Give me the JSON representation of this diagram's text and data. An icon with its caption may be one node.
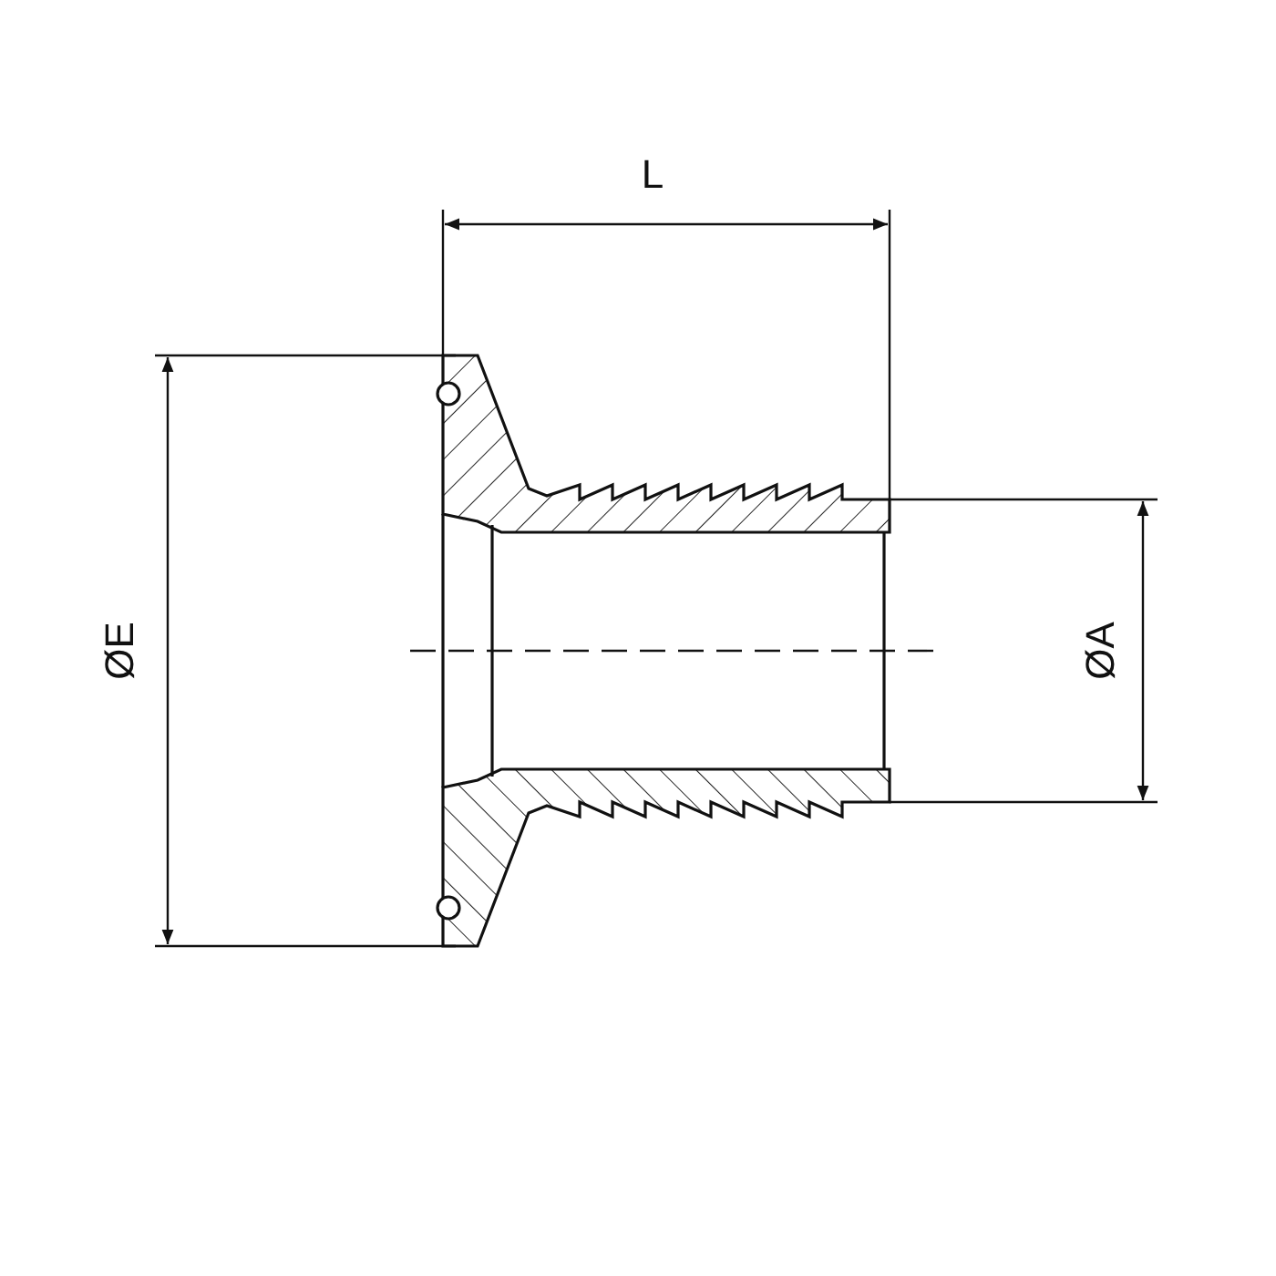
{
  "diagram": {
    "labels": [
      "L",
      "ØE",
      "ØA"
    ]
  }
}
